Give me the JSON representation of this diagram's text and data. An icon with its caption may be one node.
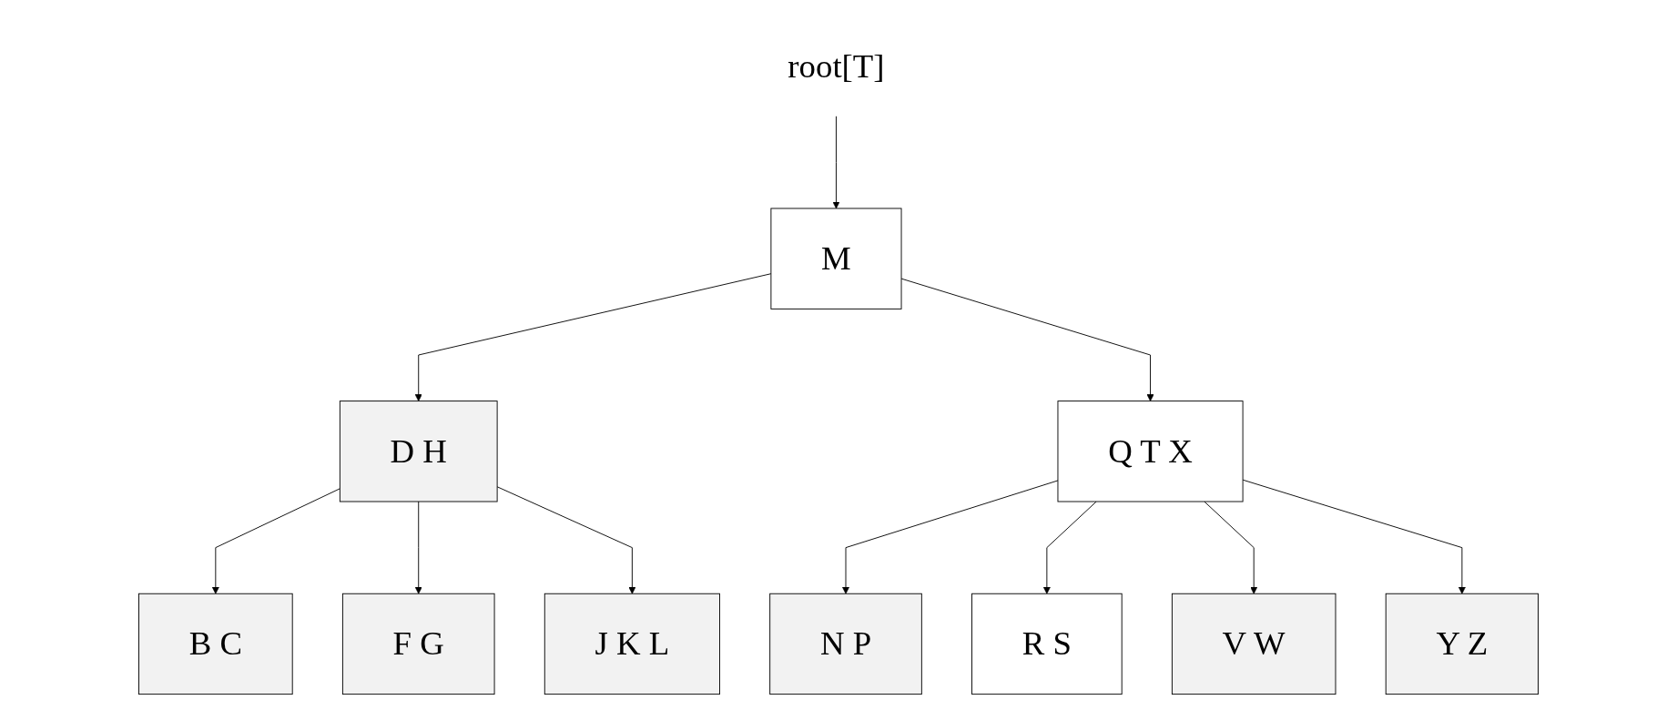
{
  "diagram": {
    "nodes": [
      {
        "text": [
          "root[T]"
        ]
      },
      {
        "text": [
          "M"
        ]
      },
      {
        "text": [
          "D H"
        ]
      },
      {
        "text": [
          "Q T X"
        ]
      },
      {
        "text": [
          "B C"
        ]
      },
      {
        "text": [
          "F G"
        ]
      },
      {
        "text": [
          "J K L"
        ]
      },
      {
        "text": [
          "N P"
        ]
      },
      {
        "text": [
          "R S"
        ]
      },
      {
        "text": [
          "V W"
        ]
      },
      {
        "text": [
          "Y Z"
        ]
      }
    ],
    "edges": [
      {
        "from": 0,
        "to": 1,
        "arrow": "to"
      },
      {
        "from": 1,
        "to": 2,
        "arrow": "to"
      },
      {
        "from": 1,
        "to": 3,
        "arrow": "to"
      },
      {
        "from": 2,
        "to": 4,
        "arrow": "to"
      },
      {
        "from": 2,
        "to": 5,
        "arrow": "to"
      },
      {
        "from": 2,
        "to": 6,
        "arrow": "to"
      },
      {
        "from": 3,
        "to": 7,
        "arrow": "to"
      },
      {
        "from": 3,
        "to": 8,
        "arrow": "to"
      },
      {
        "from": 3,
        "to": 9,
        "arrow": "to"
      },
      {
        "from": 3,
        "to": 10,
        "arrow": "to"
      }
    ]
  }
}
